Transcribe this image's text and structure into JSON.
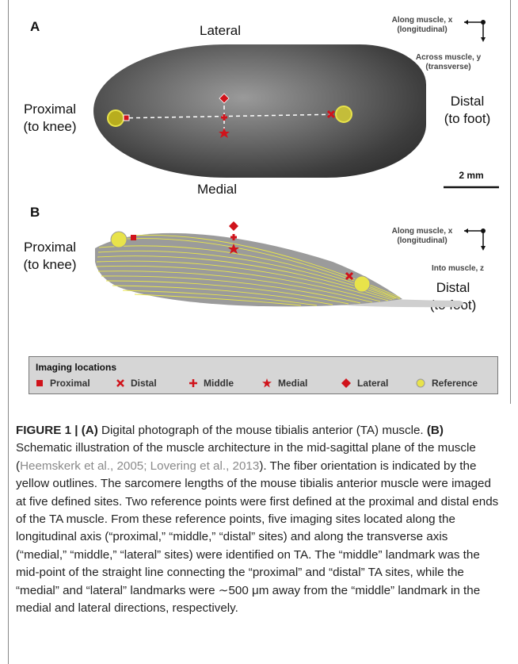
{
  "panel_a": {
    "letter": "A",
    "top_label": "Lateral",
    "bottom_label": "Medial",
    "left_label_1": "Proximal",
    "left_label_2": "(to knee)",
    "right_label_1": "Distal",
    "right_label_2": "(to foot)",
    "axis_x_1": "Along muscle, x",
    "axis_x_2": "(longitudinal)",
    "axis_y_1": "Across muscle, y",
    "axis_y_2": "(transverse)",
    "scale_bar": "2 mm"
  },
  "panel_b": {
    "letter": "B",
    "left_label_1": "Proximal",
    "left_label_2": "(to knee)",
    "right_label_1": "Distal",
    "right_label_2": "(to foot)",
    "axis_x_1": "Along muscle, x",
    "axis_x_2": "(longitudinal)",
    "axis_z": "Into muscle, z"
  },
  "legend": {
    "title": "Imaging locations",
    "items": [
      "Proximal",
      "Distal",
      "Middle",
      "Medial",
      "Lateral",
      "Reference"
    ]
  },
  "colors": {
    "marker_red": "#d0131b",
    "reference_yellow": "#e8e34a",
    "fiber_yellow": "#e9e64a",
    "muscle_gray": "#9b9b9b"
  },
  "caption": {
    "fig_label": "FIGURE 1 | ",
    "a_label": "(A)",
    "a_text": " Digital photograph of the mouse tibialis anterior (TA) muscle. ",
    "b_label": "(B)",
    "b_text_1": " Schematic illustration of the muscle architecture in the mid-sagittal plane of the muscle (",
    "refs": "Heemskerk et al., 2005; Lovering et al., 2013",
    "b_text_2": "). The fiber orientation is indicated by the yellow outlines. The sarcomere lengths of the mouse tibialis anterior muscle were imaged at five defined sites. Two reference points were first defined at the proximal and distal ends of the TA muscle. From these reference points, five imaging sites located along the longitudinal axis (“proximal,” “middle,” “distal” sites) and along the transverse axis (“medial,” “middle,” “lateral” sites) were identified on TA. The “middle” landmark was the mid-point of the straight line connecting the “proximal” and “distal” TA sites, while the “medial” and “lateral” landmarks were ∼500 μm away from the “middle” landmark in the medial and lateral directions, respectively."
  }
}
